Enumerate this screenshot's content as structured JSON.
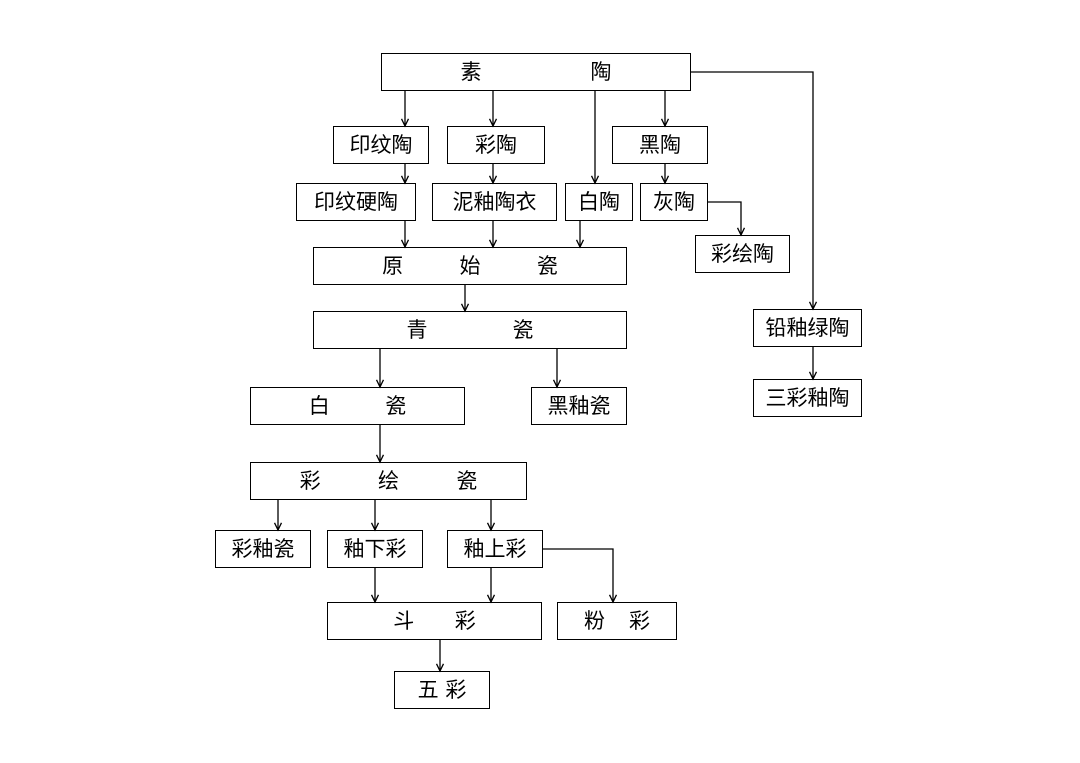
{
  "nodes": {
    "sutao": {
      "chars": [
        "素",
        "陶"
      ]
    },
    "yinwentao": {
      "label": "印纹陶"
    },
    "caitao": {
      "label": "彩陶"
    },
    "heitao": {
      "label": "黑陶"
    },
    "yinwenyingtao": {
      "label": "印纹硬陶"
    },
    "niyoutaoyi": {
      "label": "泥釉陶衣"
    },
    "baitao": {
      "label": "白陶"
    },
    "huitao": {
      "label": "灰陶"
    },
    "caihuitao": {
      "label": "彩绘陶"
    },
    "yuanshici": {
      "chars": [
        "原",
        "始",
        "瓷"
      ]
    },
    "qingci": {
      "chars": [
        "青",
        "瓷"
      ]
    },
    "qianyoulutao": {
      "label": "铅釉绿陶"
    },
    "sancaiyoutao": {
      "label": "三彩釉陶"
    },
    "baici": {
      "chars": [
        "白",
        "瓷"
      ]
    },
    "heiyouci": {
      "label": "黑釉瓷"
    },
    "caihuici": {
      "chars": [
        "彩",
        "绘",
        "瓷"
      ]
    },
    "caiyouci": {
      "label": "彩釉瓷"
    },
    "youxiacai": {
      "label": "釉下彩"
    },
    "youshangcai": {
      "label": "釉上彩"
    },
    "doucai": {
      "chars": [
        "斗",
        "彩"
      ]
    },
    "fencai": {
      "chars": [
        "粉",
        "彩"
      ]
    },
    "wucai": {
      "label": "五 彩"
    }
  },
  "edges": [
    [
      "sutao",
      "yinwentao"
    ],
    [
      "sutao",
      "caitao"
    ],
    [
      "sutao",
      "baitao"
    ],
    [
      "sutao",
      "heitao"
    ],
    [
      "sutao",
      "qianyoulutao"
    ],
    [
      "yinwentao",
      "yinwenyingtao"
    ],
    [
      "caitao",
      "niyoutaoyi"
    ],
    [
      "heitao",
      "huitao"
    ],
    [
      "huitao",
      "caihuitao"
    ],
    [
      "yinwenyingtao",
      "yuanshici"
    ],
    [
      "niyoutaoyi",
      "yuanshici"
    ],
    [
      "baitao",
      "yuanshici"
    ],
    [
      "yuanshici",
      "qingci"
    ],
    [
      "qingci",
      "baici"
    ],
    [
      "qingci",
      "heiyouci"
    ],
    [
      "baici",
      "caihuici"
    ],
    [
      "caihuici",
      "caiyouci"
    ],
    [
      "caihuici",
      "youxiacai"
    ],
    [
      "caihuici",
      "youshangcai"
    ],
    [
      "youxiacai",
      "doucai"
    ],
    [
      "youshangcai",
      "doucai"
    ],
    [
      "youshangcai",
      "fencai"
    ],
    [
      "doucai",
      "wucai"
    ],
    [
      "qianyoulutao",
      "sancaiyoutao"
    ]
  ],
  "colors": {
    "line": "#000000",
    "box_border": "#000000",
    "background": "#ffffff"
  }
}
